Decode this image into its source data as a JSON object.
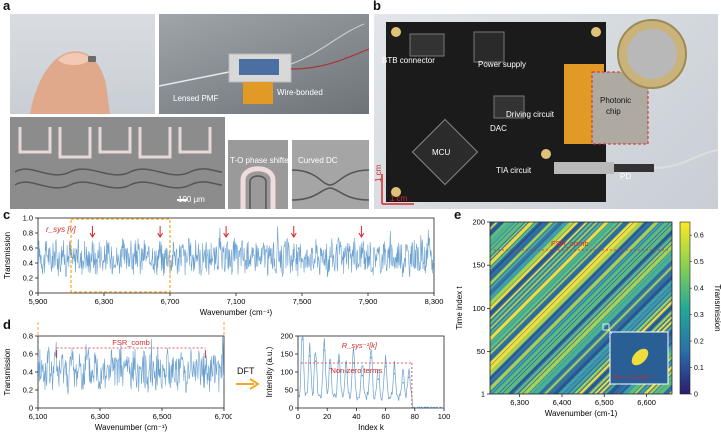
{
  "panels": {
    "a": "a",
    "b": "b",
    "c": "c",
    "d": "d",
    "e": "e"
  },
  "photo_a": {
    "lensed_pmf": "Lensed PMF",
    "wire_bonded": "Wire-bonded",
    "scale_100um": "100 μm",
    "to_phase_shifter": "T-O phase shifter",
    "curved_dc": "Curved DC"
  },
  "photo_b": {
    "btb_connector": "BTB connector",
    "power_supply": "Power supply",
    "dac": "DAC",
    "driving_circuit": "Driving circuit",
    "photonic_chip_1": "Photonic",
    "photonic_chip_2": "chip",
    "mcu": "MCU",
    "tia_circuit": "TIA circuit",
    "pd": "PD",
    "scale_1cm_h": "1 cm",
    "scale_1cm_v": "1 cm"
  },
  "colors": {
    "line": "#6aa0cf",
    "red": "#d62728",
    "orange": "#f5a623",
    "pcb": "#1b1b1b"
  },
  "chart_data": [
    {
      "id": "c",
      "type": "line",
      "ylabel": "Transmission",
      "xlabel": "Wavenumber (cm⁻¹)",
      "xlim": [
        5900,
        8300
      ],
      "ylim": [
        0,
        1.0
      ],
      "xticks": [
        "5,900",
        "6,300",
        "6,700",
        "7,100",
        "7,500",
        "7,900",
        "8,300"
      ],
      "yticks": [
        "0",
        "0.2",
        "0.4",
        "0.6",
        "0.8",
        "1.0"
      ],
      "annotation": "r_sys [v]",
      "arrows_x": [
        6230,
        6640,
        7040,
        7450,
        7860
      ]
    },
    {
      "id": "d1",
      "type": "line",
      "ylabel": "Transmission",
      "xlabel": "Wavenumber (cm⁻¹)",
      "xlim": [
        6100,
        6700
      ],
      "ylim": [
        0,
        0.8
      ],
      "xticks": [
        "6,100",
        "6,300",
        "6,500",
        "6,700"
      ],
      "yticks": [
        "0",
        "0.2",
        "0.4",
        "0.6",
        "0.8"
      ],
      "annotation": "FSR_comb"
    },
    {
      "id": "d2",
      "type": "line",
      "ylabel": "Intensity (a.u.)",
      "xlabel": "Index k",
      "xlim": [
        0,
        100
      ],
      "ylim": [
        0,
        200
      ],
      "xticks": [
        "0",
        "20",
        "40",
        "60",
        "80",
        "100"
      ],
      "yticks": [
        "0",
        "50",
        "100",
        "150",
        "200"
      ],
      "annotation_top": "R_sys⁻¹[k]",
      "annotation_mid": "Non-zero terms",
      "peaks": [
        {
          "k": 3,
          "v": 190
        },
        {
          "k": 8,
          "v": 145
        },
        {
          "k": 12,
          "v": 130
        },
        {
          "k": 18,
          "v": 160
        },
        {
          "k": 22,
          "v": 110
        },
        {
          "k": 28,
          "v": 130
        },
        {
          "k": 33,
          "v": 100
        },
        {
          "k": 38,
          "v": 125
        },
        {
          "k": 44,
          "v": 90
        },
        {
          "k": 50,
          "v": 140
        },
        {
          "k": 55,
          "v": 80
        },
        {
          "k": 60,
          "v": 115
        },
        {
          "k": 66,
          "v": 95
        },
        {
          "k": 72,
          "v": 70
        },
        {
          "k": 76,
          "v": 85
        }
      ]
    },
    {
      "id": "e",
      "type": "heatmap",
      "ylabel": "Time index t",
      "xlabel": "Wavenumber (cm-1)",
      "xlim": [
        6230,
        6660
      ],
      "ylim": [
        1,
        200
      ],
      "xticks": [
        "6,300",
        "6,400",
        "6,500",
        "6,600"
      ],
      "yticks": [
        "1",
        "50",
        "100",
        "150",
        "200"
      ],
      "annotation": "FSR_comb",
      "inset_label": "δν = 1.2 cm⁻¹",
      "colorbar": {
        "label": "Transmission",
        "range": [
          0,
          0.65
        ],
        "ticks": [
          "0",
          "0.1",
          "0.2",
          "0.3",
          "0.4",
          "0.5",
          "0.6"
        ]
      }
    }
  ],
  "dft": "DFT"
}
